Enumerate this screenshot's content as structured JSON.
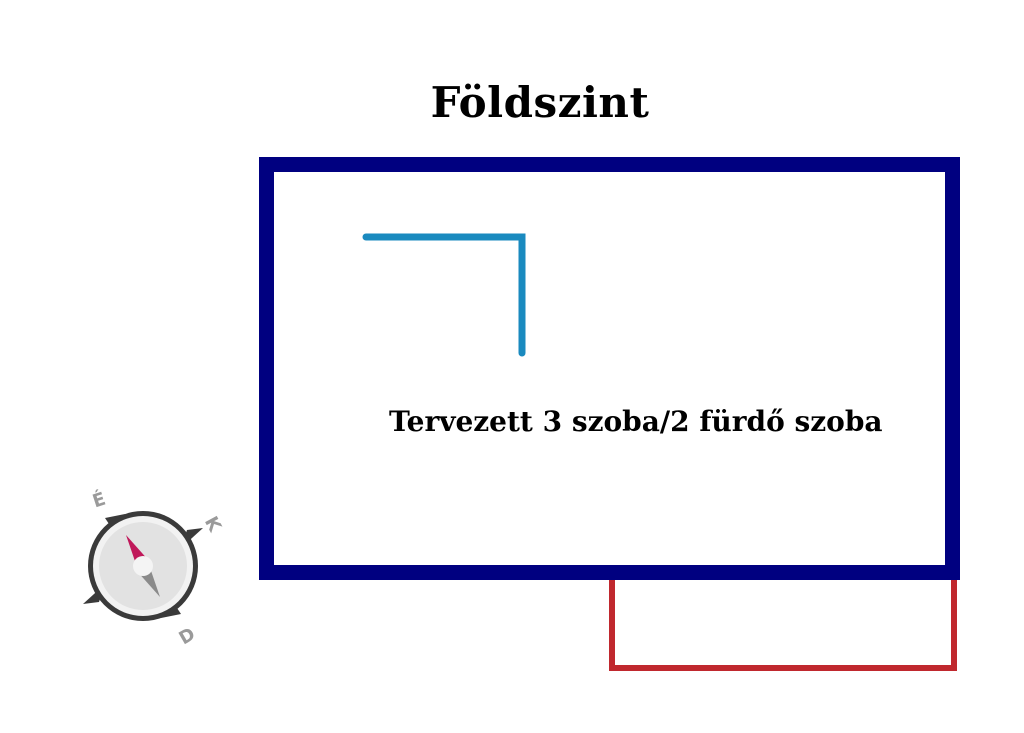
{
  "floor_plan": {
    "title": "Földszint",
    "room_label": "Tervezett 3 szoba/2 fürdő szoba",
    "colors": {
      "main_outline": "#000080",
      "interior_wall": "#1a8abf",
      "annex_outline": "#c0282e",
      "text": "#000000"
    }
  },
  "compass": {
    "north": "É",
    "east": "K",
    "south": "D",
    "colors": {
      "ring": "#3a3a3a",
      "face": "#e2e2e2",
      "needle_north": "#c0185a",
      "needle_south": "#8a8a8a",
      "letters": "#9a9a9a"
    }
  }
}
